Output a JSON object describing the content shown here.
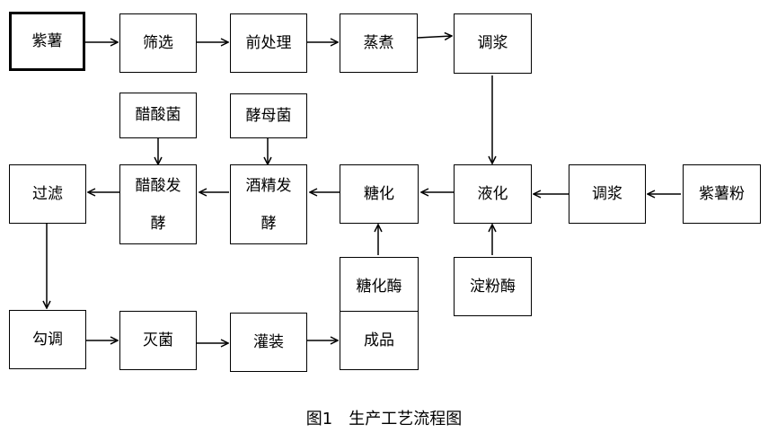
{
  "nodes": {
    "n_zishu": "紫薯",
    "n_shaixuan": "筛选",
    "n_qianchuli": "前处理",
    "n_zhengzhu": "蒸煮",
    "n_tiaojiang_top": "调浆",
    "n_cusuanjun": "醋酸菌",
    "n_jiumujun": "酵母菌",
    "n_guolu": "过滤",
    "n_cusuanfajiao": "醋酸发酵",
    "n_jiujingfajiao": "酒精发酵",
    "n_tanghua": "糖化",
    "n_yehua": "液化",
    "n_tiaojiang_right": "调浆",
    "n_zishufen": "紫薯粉",
    "n_tanghuamei": "糖化酶",
    "n_dianfenmei": "淀粉酶",
    "n_goutiao": "勾调",
    "n_miejun": "灭菌",
    "n_guanzhuang": "灌装",
    "n_chengpin": "成品"
  },
  "caption": "图1　生产工艺流程图"
}
